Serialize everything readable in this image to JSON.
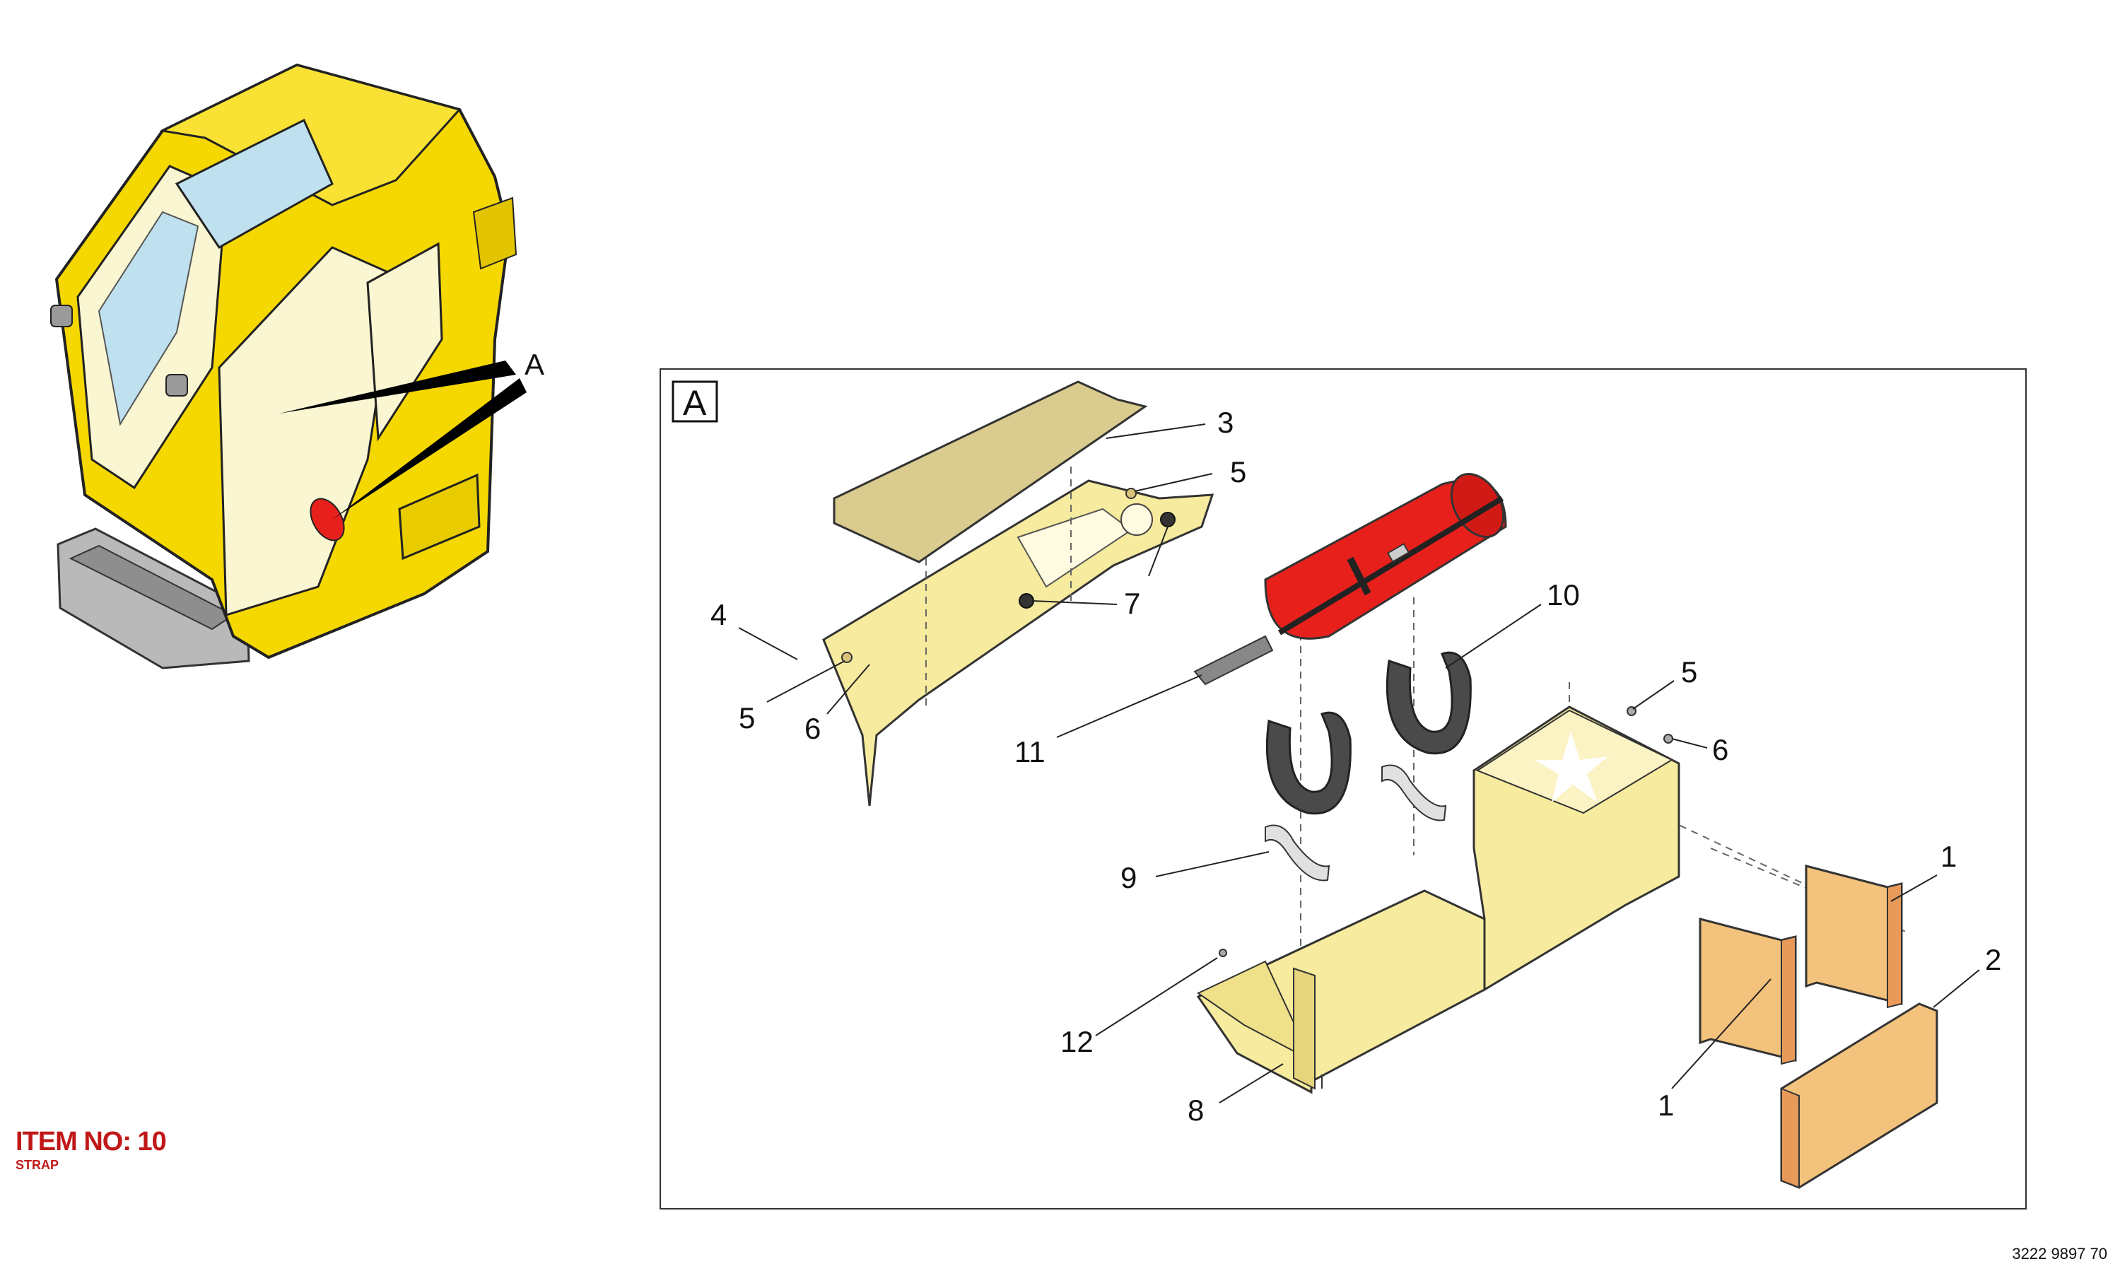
{
  "overview": {
    "detail_ref": "A"
  },
  "detail": {
    "frame_label": "A",
    "callouts": [
      {
        "id": "3",
        "label": "3"
      },
      {
        "id": "5a",
        "label": "5"
      },
      {
        "id": "4",
        "label": "4"
      },
      {
        "id": "7",
        "label": "7"
      },
      {
        "id": "5b",
        "label": "5"
      },
      {
        "id": "6a",
        "label": "6"
      },
      {
        "id": "10",
        "label": "10"
      },
      {
        "id": "11",
        "label": "11"
      },
      {
        "id": "5c",
        "label": "5"
      },
      {
        "id": "6b",
        "label": "6"
      },
      {
        "id": "9",
        "label": "9"
      },
      {
        "id": "1a",
        "label": "1"
      },
      {
        "id": "2",
        "label": "2"
      },
      {
        "id": "12",
        "label": "12"
      },
      {
        "id": "8",
        "label": "8"
      },
      {
        "id": "1b",
        "label": "1"
      }
    ]
  },
  "item": {
    "title": "ITEM NO: 10",
    "name": "STRAP"
  },
  "document_number": "3222 9897 70",
  "colors": {
    "cab_yellow": "#f5d800",
    "panel_beige": "#f6eb9e",
    "extinguisher_red": "#e8201c",
    "foam_orange": "#f3c27c",
    "highlight_red": "#c01818"
  }
}
